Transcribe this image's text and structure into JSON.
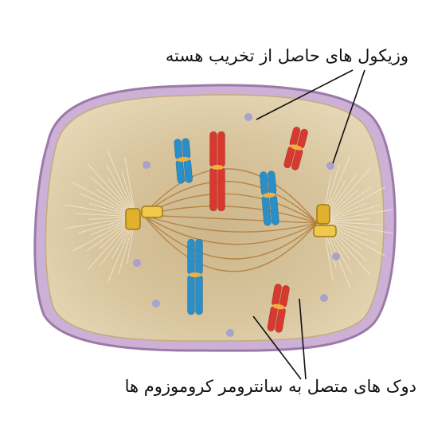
{
  "labels": {
    "top": "وزیکول های حاصل از تخریب هسته",
    "bottom": "دوک های متصل به سانترومر کروموزوم ها"
  },
  "colors": {
    "membrane": "#b79ac0",
    "cytoplasm": "#d7c49c",
    "spindle_fiber": "#b27a3a",
    "centrosome": "#e0b12c",
    "chromosome_red": "#d8382e",
    "chromosome_blue": "#2a8ec9",
    "centromere": "#f0b040",
    "vesicle": "#a8a2cc",
    "label_text": "#111111",
    "leader_line": "#111111"
  },
  "chromosome_pairs": [
    {
      "color": "blue"
    },
    {
      "color": "red"
    },
    {
      "color": "red"
    },
    {
      "color": "blue"
    },
    {
      "color": "blue"
    },
    {
      "color": "red"
    }
  ]
}
